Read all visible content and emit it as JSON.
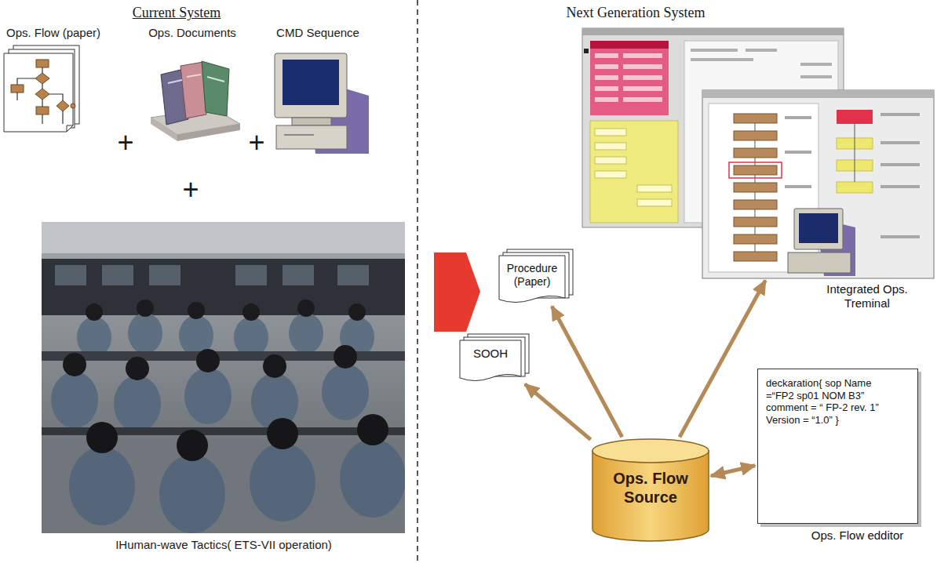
{
  "diagram": {
    "nodes": [
      {
        "text": [
          "Integrated Ops. Treminal"
        ]
      },
      {
        "text": [
          "Procedure (Paper)"
        ]
      },
      {
        "text": [
          "SOOH"
        ]
      },
      {
        "text": [
          "Ops. Flow Source"
        ]
      },
      {
        "text": [
          "deckaration{ sop Name =“FP2 sp01 NOM B3” comment = “ FP-2 rev. 1” Version = “1.0” }",
          "Ops. Flow edditor"
        ]
      }
    ],
    "edges": [
      {
        "from": 3,
        "to": 1,
        "arrow": "to"
      },
      {
        "from": 3,
        "to": 2,
        "arrow": "to"
      },
      {
        "from": 3,
        "to": 0,
        "arrow": "to"
      },
      {
        "from": 3,
        "to": 4,
        "arrow": "both"
      }
    ],
    "labels": [
      "Current System",
      "Ops. Flow (paper)",
      "Ops. Documents",
      "CMD Sequence",
      "+",
      "+",
      "+",
      "IHuman-wave Tactics( ETS-VII operation)",
      "Next Generation System"
    ]
  }
}
